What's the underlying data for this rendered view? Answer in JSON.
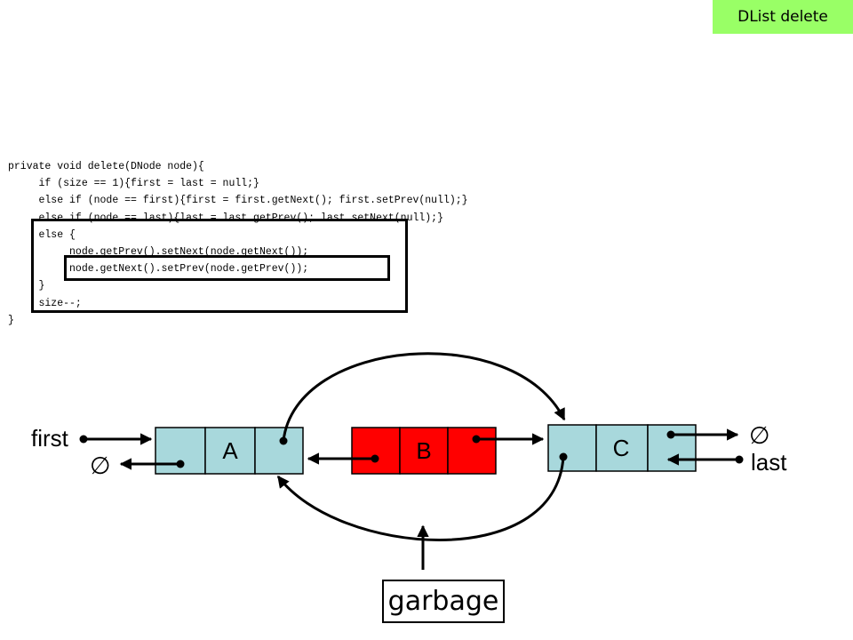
{
  "slide_title": "DList delete",
  "code_lines": [
    "private void delete(DNode node){",
    "     if (size == 1){first = last = null;}",
    "     else if (node == first){first = first.getNext(); first.setPrev(null);}",
    "     else if (node == last){last = last.getPrev(); last.setNext(null);}",
    "     else {",
    "          node.getPrev().setNext(node.getNext());",
    "          node.getNext().setPrev(node.getPrev());",
    "     }",
    "     size--;",
    "}"
  ],
  "diagram": {
    "nodes": [
      {
        "label": "A",
        "color": "#a8d8dc"
      },
      {
        "label": "B",
        "color": "#ff0000"
      },
      {
        "label": "C",
        "color": "#a8d8dc"
      }
    ],
    "first_label": "first",
    "last_label": "last",
    "null_symbol": "∅",
    "garbage_label": "garbage"
  }
}
